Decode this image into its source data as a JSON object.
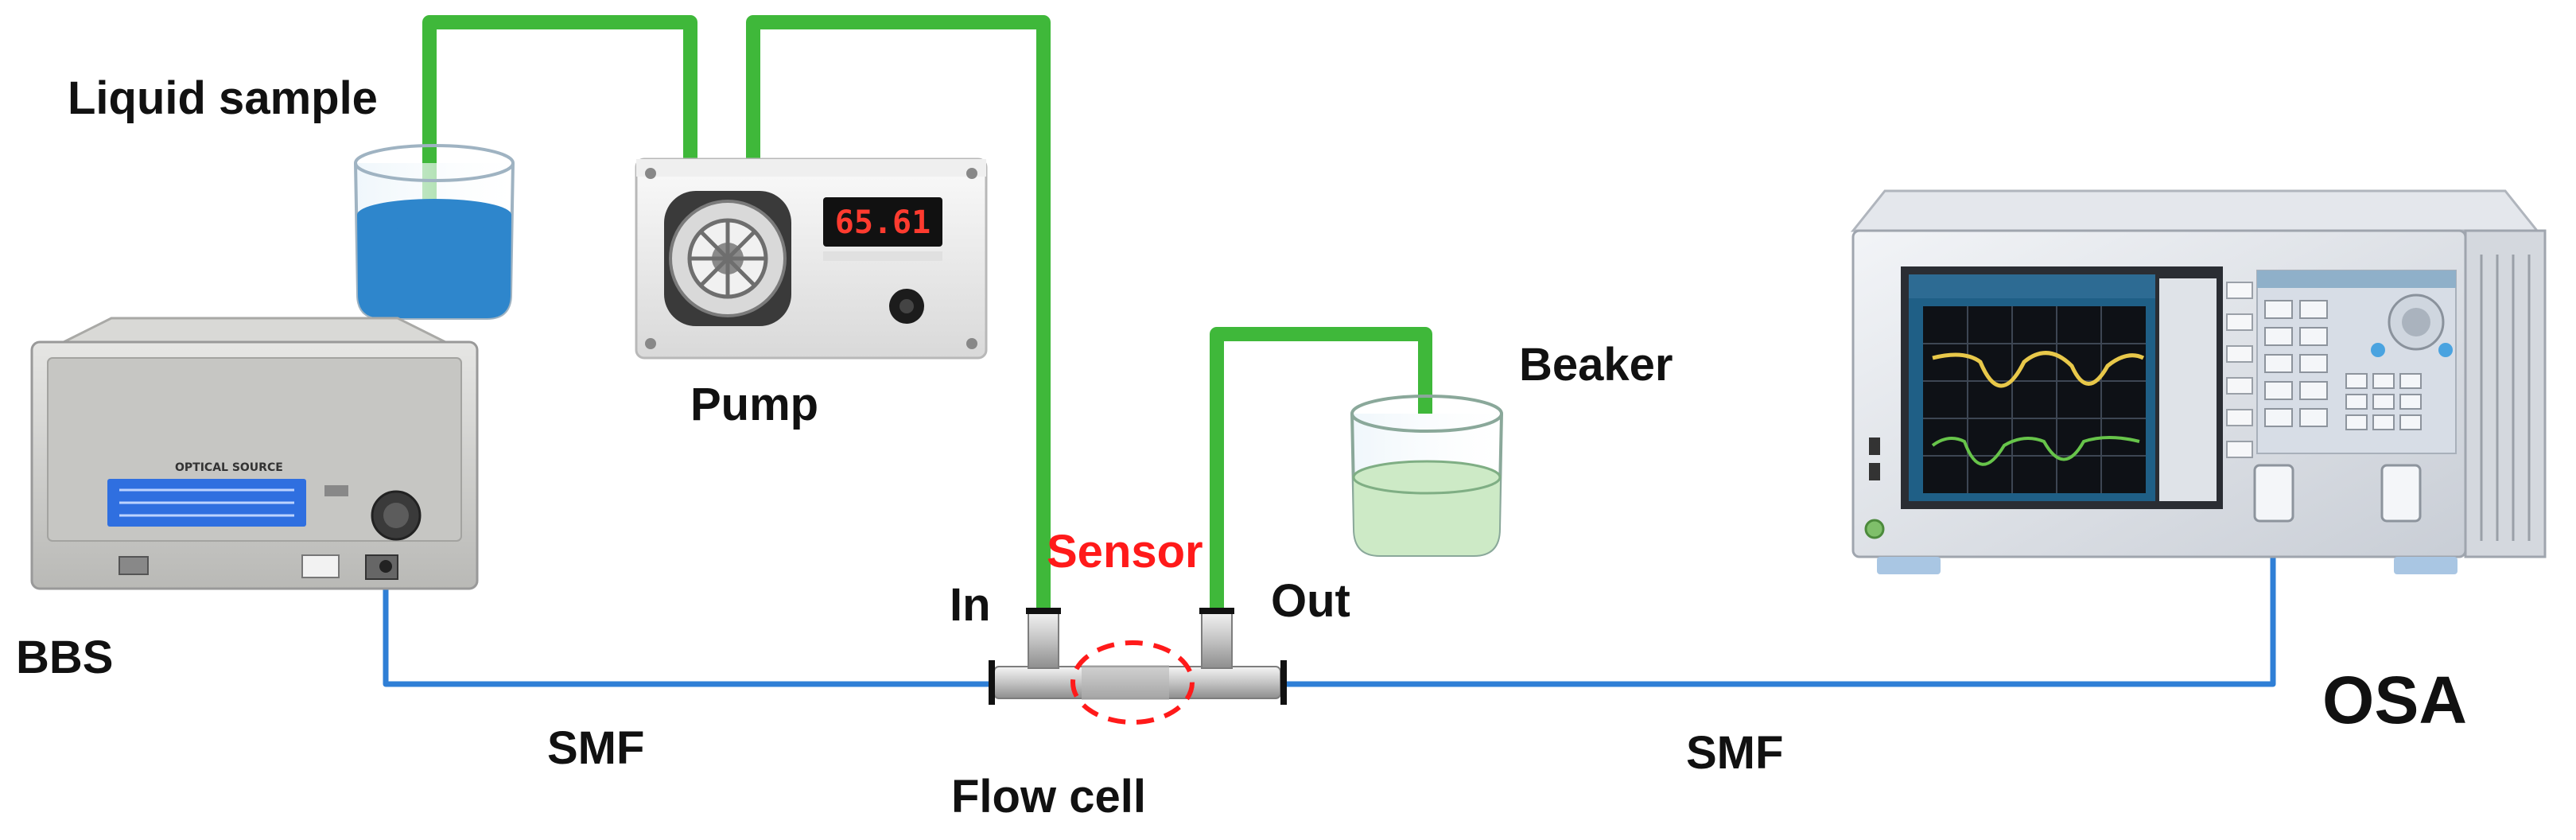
{
  "labels": {
    "liquid_sample": "Liquid sample",
    "pump": "Pump",
    "bbs": "BBS",
    "beaker": "Beaker",
    "sensor": "Sensor",
    "in": "In",
    "out": "Out",
    "smf_left": "SMF",
    "smf_right": "SMF",
    "flow_cell": "Flow cell",
    "osa": "OSA"
  },
  "device_text": {
    "pump_display": "65.61",
    "bbs_panel_title": "OPTICAL SOURCE"
  },
  "colors": {
    "tube": "#3fb83a",
    "fiber": "#2f7fd6",
    "sensor": "#ff1a1a",
    "sample_liquid": "#2e86cc",
    "beaker_liquid": "#cdeac6"
  }
}
